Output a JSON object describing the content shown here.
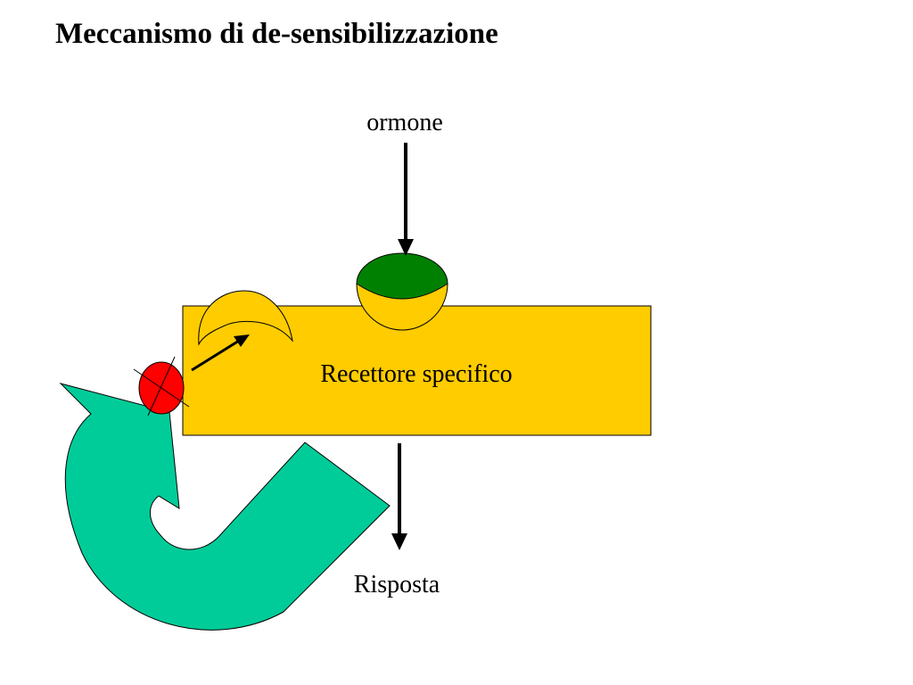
{
  "title": "Meccanismo di de-sensibilizzazione",
  "labels": {
    "hormone": "ormone",
    "receptor": "Recettore specifico",
    "response": "Risposta"
  },
  "colors": {
    "receptor_fill": "#FFCC00",
    "hormone_fill": "#008000",
    "inhibitor_fill": "#FF0000",
    "feedback_arrow_fill": "#00CC99",
    "stroke": "#000000"
  }
}
